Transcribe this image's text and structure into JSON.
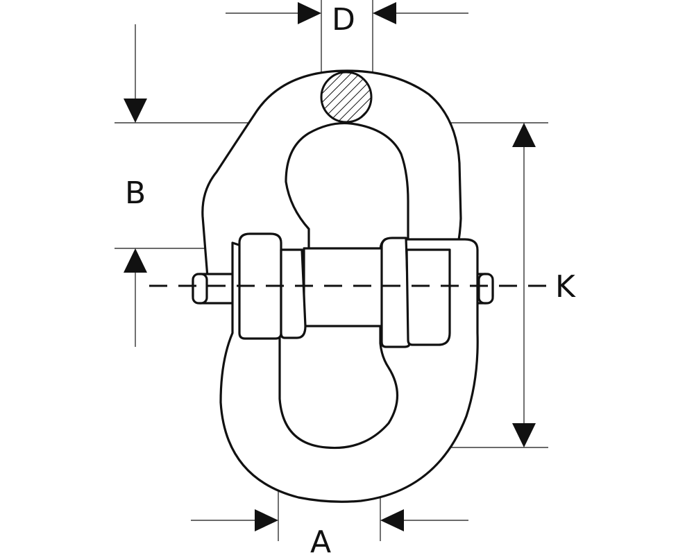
{
  "diagram": {
    "labels": {
      "d": "D",
      "b": "B",
      "k": "K",
      "a": "A"
    },
    "colors": {
      "line": "#111111",
      "background": "#ffffff"
    }
  }
}
